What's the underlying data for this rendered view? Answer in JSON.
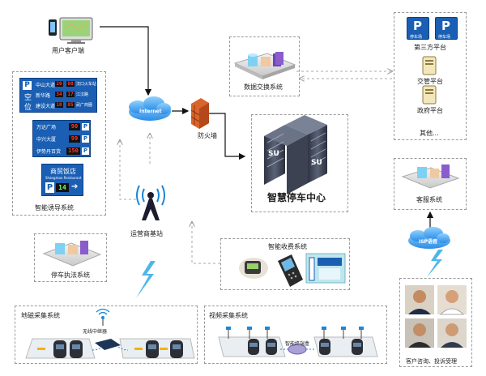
{
  "nodes": {
    "user_client": "用户客户端",
    "internet": "Internet",
    "firewall": "防火墙",
    "data_exchange": "数据交换系统",
    "third_party": "第三方平台",
    "traffic_platform": "交管平台",
    "gov_platform": "政府平台",
    "other": "其他...",
    "smart_center": "智慧停车中心",
    "customer_service": "客服系统",
    "isp_voice": "ISP语音",
    "customer_caption": "客户咨询、投诉受理",
    "guidance": "智能诱导系统",
    "enforcement": "停车执法系统",
    "base_station": "运营商基站",
    "fee_system": "智能收费系统",
    "geomagnetic": "地磁采集系统",
    "wireless_relay": "无线中继器",
    "video_capture": "视频采集系统",
    "smart_gateway": "智能终端盒",
    "server_label_1": "SU",
    "server_label_2": "SU"
  },
  "guidance_signs": {
    "top": {
      "p": "P",
      "kong": "空",
      "wei": "位",
      "rows": [
        {
          "name": "中山大道",
          "value": "20"
        },
        {
          "name": "新华路",
          "value": "34"
        },
        {
          "name": "建设大道",
          "value": "10"
        }
      ],
      "right_rows": [
        {
          "name": "汉口火车站",
          "value": "08"
        },
        {
          "name": "江汉路",
          "value": "17"
        },
        {
          "name": "武广商圈",
          "value": "05"
        }
      ]
    },
    "mid": [
      {
        "name": "万达广场",
        "value": "90",
        "p": "P"
      },
      {
        "name": "中兴大厦",
        "value": "99",
        "p": "P"
      },
      {
        "name": "伊势丹百货",
        "value": "150",
        "p": "P"
      }
    ],
    "bottom": {
      "title": "商贸饭店",
      "subtitle": "Shangmao Restaurant",
      "p": "P",
      "value": "14",
      "arrow": "➔"
    }
  },
  "badges": {
    "p_logo_1": "P",
    "p_logo_2": "P",
    "p_sub_1": "停车场",
    "p_sub_2": "停车场"
  }
}
